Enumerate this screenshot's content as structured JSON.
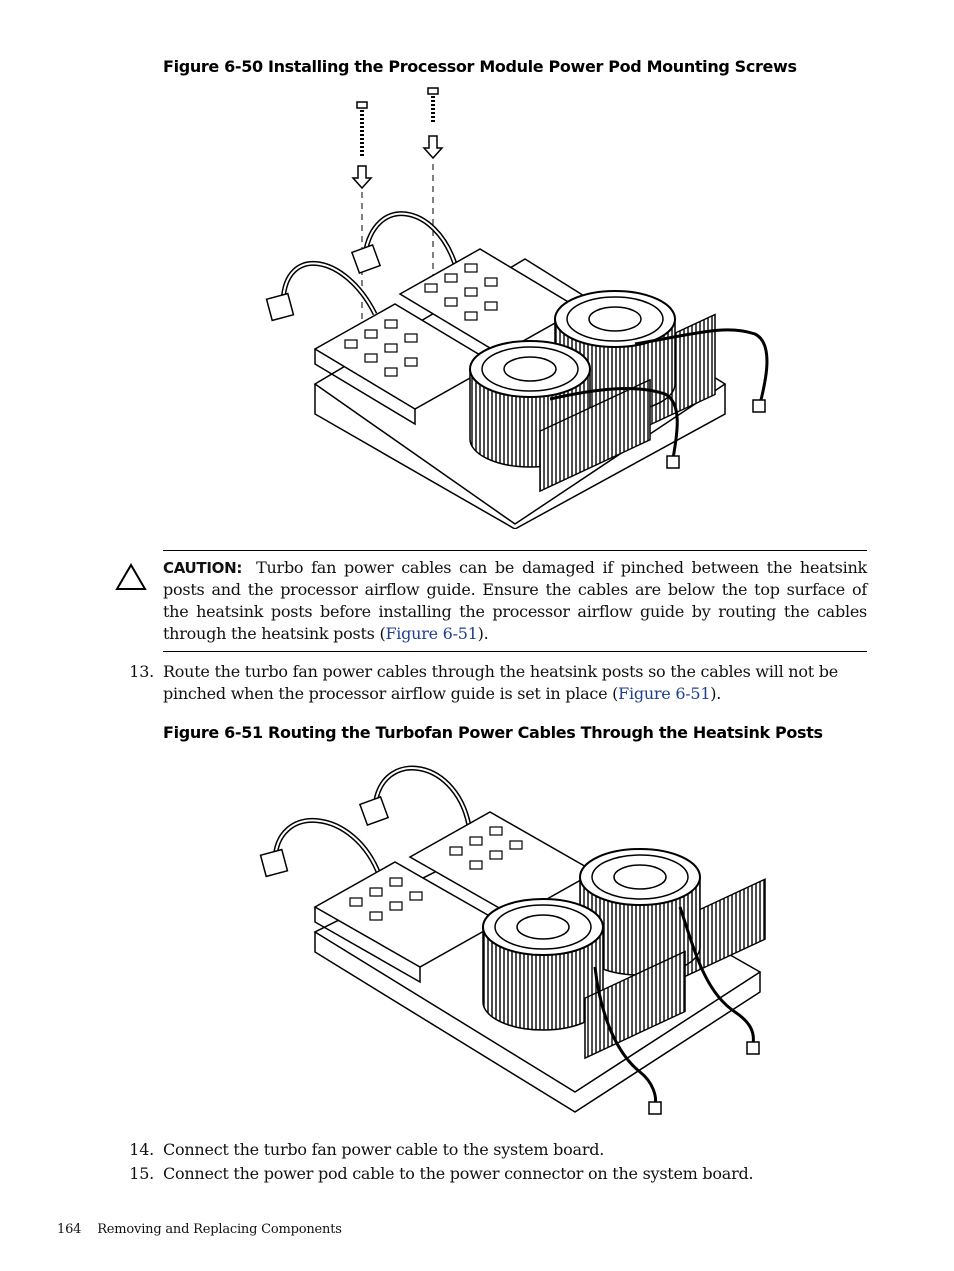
{
  "figure_50": {
    "caption": "Figure 6-50  Installing the Processor Module Power Pod Mounting Screws"
  },
  "caution": {
    "label": "CAUTION:",
    "text_before_link": "Turbo fan power cables can be damaged if pinched between the heatsink posts and the processor airflow guide. Ensure the cables are below the top surface of the heatsink posts before installing the processor airflow guide by routing the cables through the heatsink posts (",
    "link": "Figure 6-51",
    "text_after_link": ")."
  },
  "step_13": {
    "number": "13.",
    "text_before_link": "Route the turbo fan power cables through the heatsink posts so the cables will not be pinched when the processor airflow guide is set in place (",
    "link": "Figure 6-51",
    "text_after_link": ")."
  },
  "figure_51": {
    "caption": "Figure 6-51  Routing the Turbofan Power Cables Through the Heatsink Posts"
  },
  "step_14": {
    "number": "14.",
    "text": "Connect the turbo fan power cable to the system board."
  },
  "step_15": {
    "number": "15.",
    "text": "Connect the power pod cable to the power connector on the system board."
  },
  "footer": {
    "page_number": "164",
    "section": "Removing and Replacing Components"
  }
}
